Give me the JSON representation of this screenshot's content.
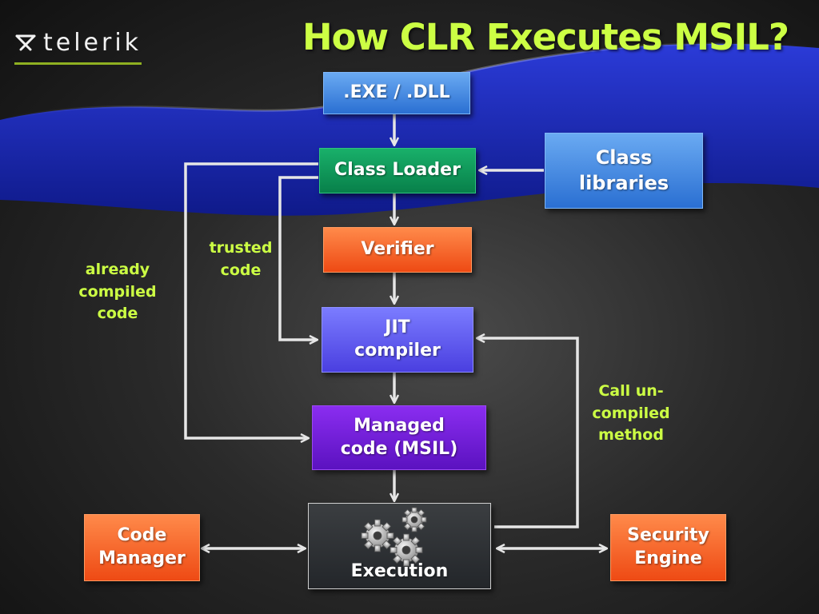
{
  "logo": {
    "text": "telerik"
  },
  "slide": {
    "title": "How CLR Executes MSIL?"
  },
  "nodes": {
    "exe_dll": ".EXE / .DLL",
    "class_loader": "Class Loader",
    "class_libraries": "Class\nlibraries",
    "verifier": "Verifier",
    "jit_compiler": "JIT\ncompiler",
    "managed_code": "Managed\ncode (MSIL)",
    "execution": "Execution",
    "code_manager": "Code\nManager",
    "security_engine": "Security\nEngine"
  },
  "edge_labels": {
    "trusted_code": "trusted\ncode",
    "already_compiled": "already\ncompiled\ncode",
    "call_uncompiled": "Call un-\ncompiled\nmethod"
  },
  "colors": {
    "title": "#ccff44",
    "label": "#ccff44",
    "arrow": "#e6e6e6",
    "logo_underline": "#8fb021"
  }
}
